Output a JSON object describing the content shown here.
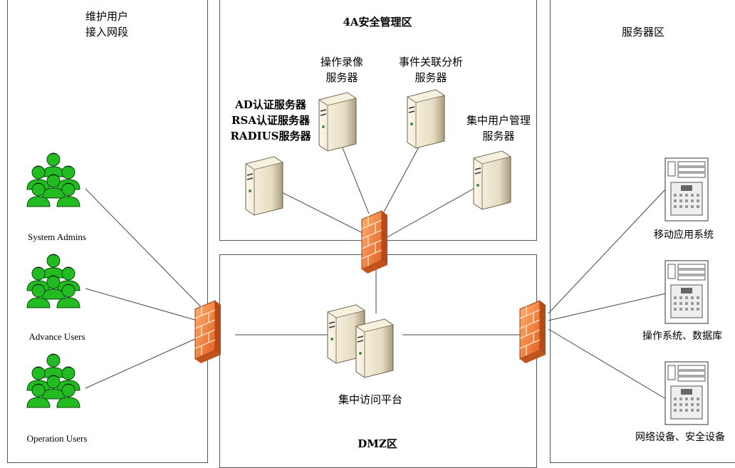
{
  "zones": {
    "users": {
      "title_line1": "维护用户",
      "title_line2": "接入网段"
    },
    "mgmt": {
      "title": "4A安全管理区"
    },
    "servers": {
      "title": "服务器区"
    },
    "dmz": {
      "title": "DMZ区"
    }
  },
  "user_groups": [
    {
      "label": "System Admins"
    },
    {
      "label": "Advance Users"
    },
    {
      "label": "Operation Users"
    }
  ],
  "mgmt_servers": {
    "auth_line1": "AD认证服务器",
    "auth_line2": "RSA认证服务器",
    "auth_line3": "RADIUS服务器",
    "record_line1": "操作录像",
    "record_line2": "服务器",
    "analysis_line1": "事件关联分析",
    "analysis_line2": "服务器",
    "user_mgmt_line1": "集中用户管理",
    "user_mgmt_line2": "服务器"
  },
  "dmz_server": {
    "label": "集中访问平台"
  },
  "target_servers": [
    {
      "label": "移动应用系统"
    },
    {
      "label": "操作系统、数据库"
    },
    {
      "label": "网络设备、安全设备"
    }
  ],
  "colors": {
    "user_green": "#22bb22",
    "firewall_orange": "#f07830",
    "server_beige": "#e8dfc8"
  }
}
